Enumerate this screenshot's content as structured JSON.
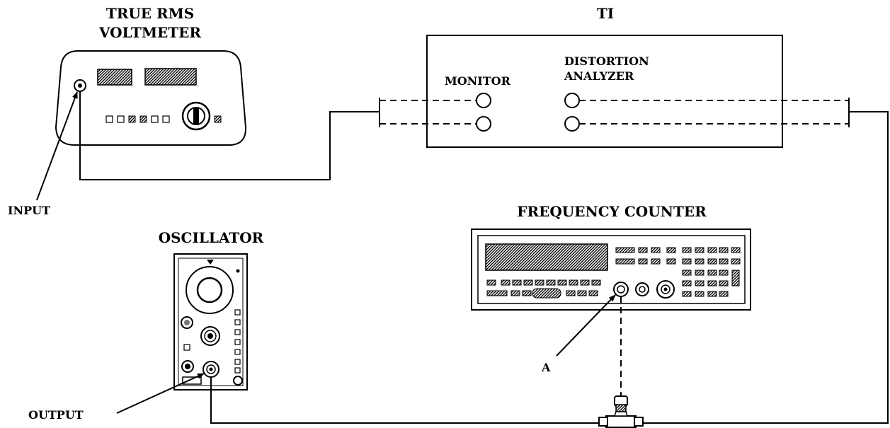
{
  "labels": {
    "voltmeter_line1": "TRUE RMS",
    "voltmeter_line2": "VOLTMETER",
    "ti": "TI",
    "monitor": "MONITOR",
    "distortion_line1": "DISTORTION",
    "distortion_line2": "ANALYZER",
    "input": "INPUT",
    "oscillator": "OSCILLATOR",
    "frequency_counter": "FREQUENCY COUNTER",
    "point_a": "A",
    "output": "OUTPUT"
  }
}
